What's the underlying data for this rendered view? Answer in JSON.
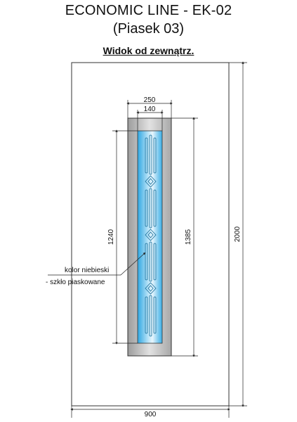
{
  "header": {
    "title": "ECONOMIC LINE - EK-02",
    "subtitle": "(Piasek 03)"
  },
  "view": {
    "label": "Widok od zewnątrz."
  },
  "dimensions": {
    "door_width": "900",
    "door_height": "2000",
    "frame_width": "250",
    "glass_width": "140",
    "frame_height": "1385",
    "glass_height": "1240"
  },
  "annotation": {
    "line1": "kolor niebieski",
    "line2": "- szkło piaskowane"
  },
  "colors": {
    "glass": "#4fb8e8",
    "frame_dark": "#b5b5b5",
    "frame_light": "#e6e6e6",
    "line": "#222222"
  }
}
